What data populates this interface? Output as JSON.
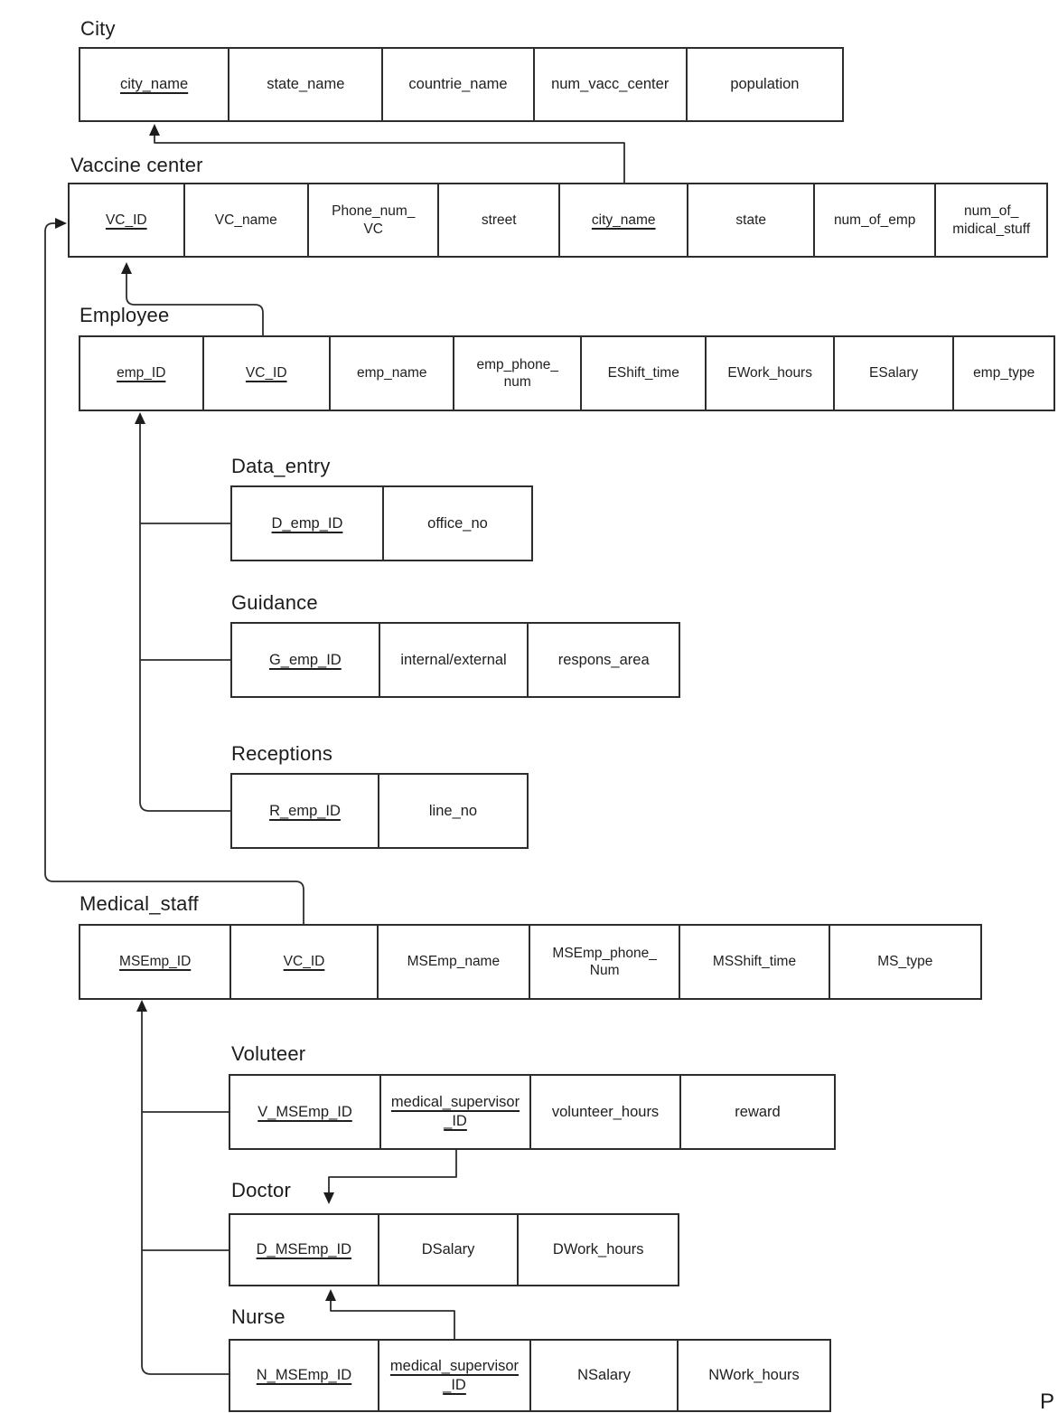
{
  "diagram_type": "database-schema",
  "colors": {
    "background": "#ffffff",
    "line": "#2d2d2d",
    "text": "#1f1f1f"
  },
  "tables": {
    "city": {
      "title": "City",
      "columns": [
        {
          "text": "city_name",
          "key": true
        },
        {
          "text": "state_name",
          "key": false
        },
        {
          "text": "countrie_name",
          "key": false
        },
        {
          "text": "num_vacc_center",
          "key": false
        },
        {
          "text": "population",
          "key": false
        }
      ]
    },
    "vaccine_center": {
      "title": "Vaccine center",
      "columns": [
        {
          "text": "VC_ID",
          "key": true
        },
        {
          "text": "VC_name",
          "key": false
        },
        {
          "text": "Phone_num_\nVC",
          "key": false
        },
        {
          "text": "street",
          "key": false
        },
        {
          "text": "city_name",
          "key": true
        },
        {
          "text": "state",
          "key": false
        },
        {
          "text": "num_of_emp",
          "key": false
        },
        {
          "text": "num_of_\nmidical_stuff",
          "key": false
        }
      ]
    },
    "employee": {
      "title": "Employee",
      "columns": [
        {
          "text": "emp_ID",
          "key": true
        },
        {
          "text": "VC_ID",
          "key": true
        },
        {
          "text": "emp_name",
          "key": false
        },
        {
          "text": "emp_phone_\nnum",
          "key": false
        },
        {
          "text": "EShift_time",
          "key": false
        },
        {
          "text": "EWork_hours",
          "key": false
        },
        {
          "text": "ESalary",
          "key": false
        },
        {
          "text": "emp_type",
          "key": false
        }
      ]
    },
    "data_entry": {
      "title": "Data_entry",
      "columns": [
        {
          "text": "D_emp_ID",
          "key": true
        },
        {
          "text": "office_no",
          "key": false
        }
      ]
    },
    "guidance": {
      "title": "Guidance",
      "columns": [
        {
          "text": "G_emp_ID",
          "key": true
        },
        {
          "text": "internal/external",
          "key": false
        },
        {
          "text": "respons_area",
          "key": false
        }
      ]
    },
    "receptions": {
      "title": "Receptions",
      "columns": [
        {
          "text": "R_emp_ID",
          "key": true
        },
        {
          "text": "line_no",
          "key": false
        }
      ]
    },
    "medical_staff": {
      "title": "Medical_staff",
      "columns": [
        {
          "text": "MSEmp_ID",
          "key": true
        },
        {
          "text": "VC_ID",
          "key": true
        },
        {
          "text": "MSEmp_name",
          "key": false
        },
        {
          "text": "MSEmp_phone_\nNum",
          "key": false
        },
        {
          "text": "MSShift_time",
          "key": false
        },
        {
          "text": "MS_type",
          "key": false
        }
      ]
    },
    "voluteer": {
      "title": "Voluteer",
      "columns": [
        {
          "text": "V_MSEmp_ID",
          "key": true
        },
        {
          "text": "medical_supervisor\n_ID",
          "key": true
        },
        {
          "text": "volunteer_hours",
          "key": false
        },
        {
          "text": "reward",
          "key": false
        }
      ]
    },
    "doctor": {
      "title": "Doctor",
      "columns": [
        {
          "text": "D_MSEmp_ID",
          "key": true
        },
        {
          "text": "DSalary",
          "key": false
        },
        {
          "text": "DWork_hours",
          "key": false
        }
      ]
    },
    "nurse": {
      "title": "Nurse",
      "columns": [
        {
          "text": "N_MSEmp_ID",
          "key": true
        },
        {
          "text": "medical_supervisor\n_ID",
          "key": true
        },
        {
          "text": "NSalary",
          "key": false
        },
        {
          "text": "NWork_hours",
          "key": false
        }
      ]
    }
  },
  "relationships": [
    {
      "from": "Vaccine center.city_name",
      "to": "City.city_name"
    },
    {
      "from": "Employee.VC_ID",
      "to": "Vaccine center.VC_ID"
    },
    {
      "from": "Medical_staff.VC_ID",
      "to": "Vaccine center.VC_ID"
    },
    {
      "from": "Data_entry.D_emp_ID",
      "to": "Employee.emp_ID"
    },
    {
      "from": "Guidance.G_emp_ID",
      "to": "Employee.emp_ID"
    },
    {
      "from": "Receptions.R_emp_ID",
      "to": "Employee.emp_ID"
    },
    {
      "from": "Voluteer.V_MSEmp_ID",
      "to": "Medical_staff.MSEmp_ID"
    },
    {
      "from": "Doctor.D_MSEmp_ID",
      "to": "Medical_staff.MSEmp_ID"
    },
    {
      "from": "Nurse.N_MSEmp_ID",
      "to": "Medical_staff.MSEmp_ID"
    },
    {
      "from": "Voluteer.medical_supervisor_ID",
      "to": "Doctor.D_MSEmp_ID"
    },
    {
      "from": "Nurse.medical_supervisor_ID",
      "to": "Doctor.D_MSEmp_ID"
    }
  ],
  "fragment": "P"
}
